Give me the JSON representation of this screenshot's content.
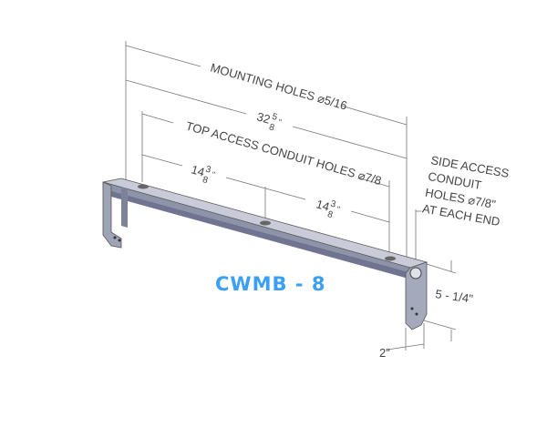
{
  "title": "CWMB - 8",
  "colors": {
    "title": "#3a9ff5",
    "bar": "#9aa0b4",
    "dimension": "#444444"
  },
  "dimensions": {
    "mounting_holes": "MOUNTING HOLES ⌀5/16",
    "overall_whole": "32",
    "overall_frac_num": "5",
    "overall_frac_den": "8",
    "top_access": "TOP ACCESS CONDUIT HOLES ⌀7/8",
    "spacing_whole": "14",
    "spacing_frac_num": "3",
    "spacing_frac_den": "8",
    "inch_mark": "\"",
    "side_access": [
      "SIDE ACCESS",
      "CONDUIT",
      "HOLES ⌀7/8\"",
      "AT EACH END"
    ],
    "height": "5 - 1/4\"",
    "width": "2\""
  }
}
